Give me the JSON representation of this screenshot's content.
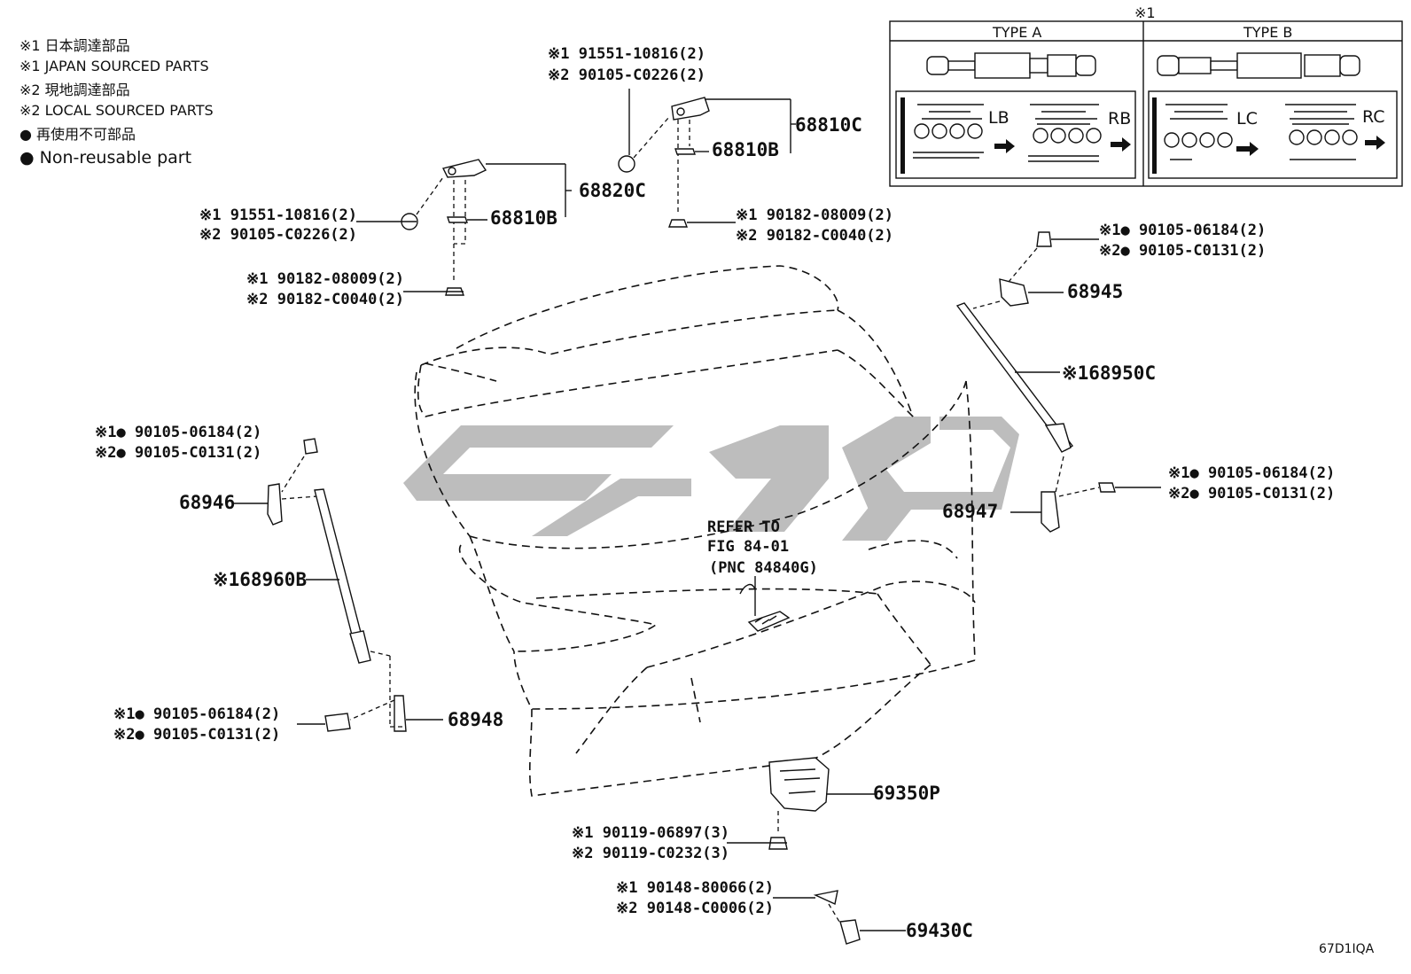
{
  "legend": {
    "l1": "※1 日本調達部品",
    "l2": "※1 JAPAN SOURCED PARTS",
    "l3": "※2 現地調達部品",
    "l4": "※2 LOCAL SOURCED PARTS",
    "l5": "● 再使用不可部品",
    "l6": "● Non-reusable part"
  },
  "inset": {
    "mark": "※1",
    "type_a": "TYPE A",
    "type_b": "TYPE B",
    "lb": "LB",
    "rb": "RB",
    "lc": "LC",
    "rc": "RC"
  },
  "callouts": {
    "p68810C": "68810C",
    "p68810B_right": "68810B",
    "p68820C": "68820C",
    "p68810B_left": "68810B",
    "p68945": "68945",
    "p68950C": "※168950C",
    "p68946": "68946",
    "p68960B": "※168960B",
    "p68947": "68947",
    "p68948": "68948",
    "p69350P": "69350P",
    "p69430C": "69430C",
    "refer1": "REFER TO",
    "refer2": "FIG 84-01",
    "refer3": "(PNC 84840G)"
  },
  "fasteners": {
    "top_r1": "※1 91551-10816(2)",
    "top_r2": "※2 90105-C0226(2)",
    "left_a1": "※1 91551-10816(2)",
    "left_a2": "※2 90105-C0226(2)",
    "left_b1": "※1 90182-08009(2)",
    "left_b2": "※2 90182-C0040(2)",
    "right_b1": "※1 90182-08009(2)",
    "right_b2": "※2 90182-C0040(2)",
    "rt_bolt1": "※1● 90105-06184(2)",
    "rt_bolt2": "※2● 90105-C0131(2)",
    "lf_bolt1": "※1● 90105-06184(2)",
    "lf_bolt2": "※2● 90105-C0131(2)",
    "rm_bolt1": "※1● 90105-06184(2)",
    "rm_bolt2": "※2● 90105-C0131(2)",
    "lb_bolt1": "※1● 90105-06184(2)",
    "lb_bolt2": "※2● 90105-C0131(2)",
    "scr1": "※1 90119-06897(3)",
    "scr2": "※2 90119-C0232(3)",
    "clip1": "※1 90148-80066(2)",
    "clip2": "※2 90148-C0006(2)"
  },
  "footer_code": "67D1IQA",
  "colors": {
    "line": "#111111",
    "watermark": "#bdbdbd",
    "background": "#ffffff"
  }
}
